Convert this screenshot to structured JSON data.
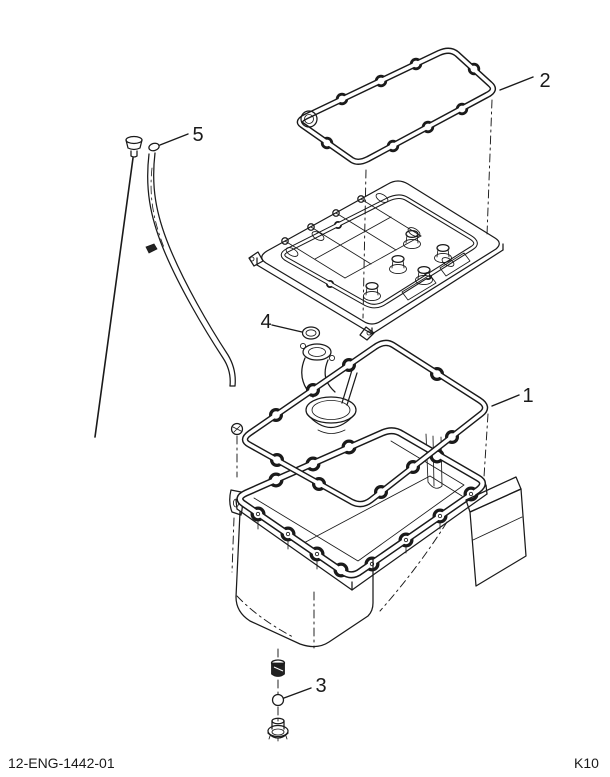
{
  "figure": {
    "footer_left": "12-ENG-1442-01",
    "footer_right": "K10"
  },
  "callouts": [
    {
      "label": "1"
    },
    {
      "label": "2"
    },
    {
      "label": "3"
    },
    {
      "label": "4"
    },
    {
      "label": "5"
    }
  ],
  "colors": {
    "line": "#1a1a1a",
    "background": "#ffffff"
  }
}
